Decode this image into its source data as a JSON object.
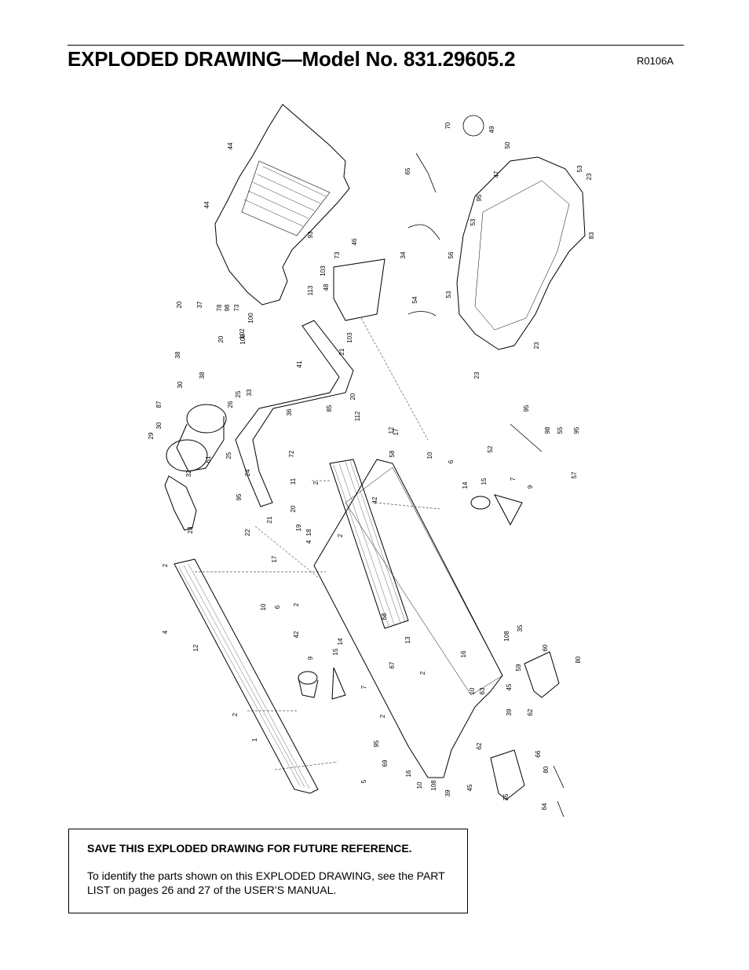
{
  "header": {
    "title": "EXPLODED DRAWING—Model No. 831.29605.2",
    "drawing_code": "R0106A"
  },
  "diagram": {
    "callouts": [
      "44",
      "44",
      "93",
      "20",
      "37",
      "78",
      "98",
      "73",
      "100",
      "102",
      "20",
      "109",
      "38",
      "38",
      "113",
      "73",
      "46",
      "103",
      "48",
      "103",
      "21",
      "41",
      "33",
      "25",
      "26",
      "87",
      "30",
      "30",
      "29",
      "32",
      "61",
      "36",
      "85",
      "20",
      "112",
      "17",
      "25",
      "24",
      "11",
      "72",
      "95",
      "21",
      "20",
      "22",
      "28",
      "19",
      "18",
      "17",
      "2",
      "2",
      "4",
      "42",
      "2",
      "4",
      "2",
      "6",
      "10",
      "42",
      "14",
      "15",
      "9",
      "7",
      "12",
      "2",
      "1",
      "2",
      "13",
      "67",
      "68",
      "2",
      "16",
      "10",
      "63",
      "108",
      "35",
      "59",
      "45",
      "60",
      "80",
      "39",
      "62",
      "95",
      "69",
      "5",
      "16",
      "10",
      "108",
      "39",
      "45",
      "62",
      "35",
      "66",
      "80",
      "64",
      "65",
      "70",
      "49",
      "50",
      "47",
      "53",
      "23",
      "95",
      "53",
      "34",
      "56",
      "53",
      "54",
      "83",
      "23",
      "23",
      "95",
      "52",
      "98",
      "55",
      "95",
      "57",
      "58",
      "10",
      "6",
      "14",
      "15",
      "7",
      "9",
      "12",
      "17"
    ]
  },
  "note": {
    "heading": "SAVE THIS EXPLODED DRAWING FOR FUTURE REFERENCE.",
    "body": "To identify the parts shown on this EXPLODED DRAWING, see the PART LIST on pages 26 and 27 of the USER’S MANUAL."
  }
}
